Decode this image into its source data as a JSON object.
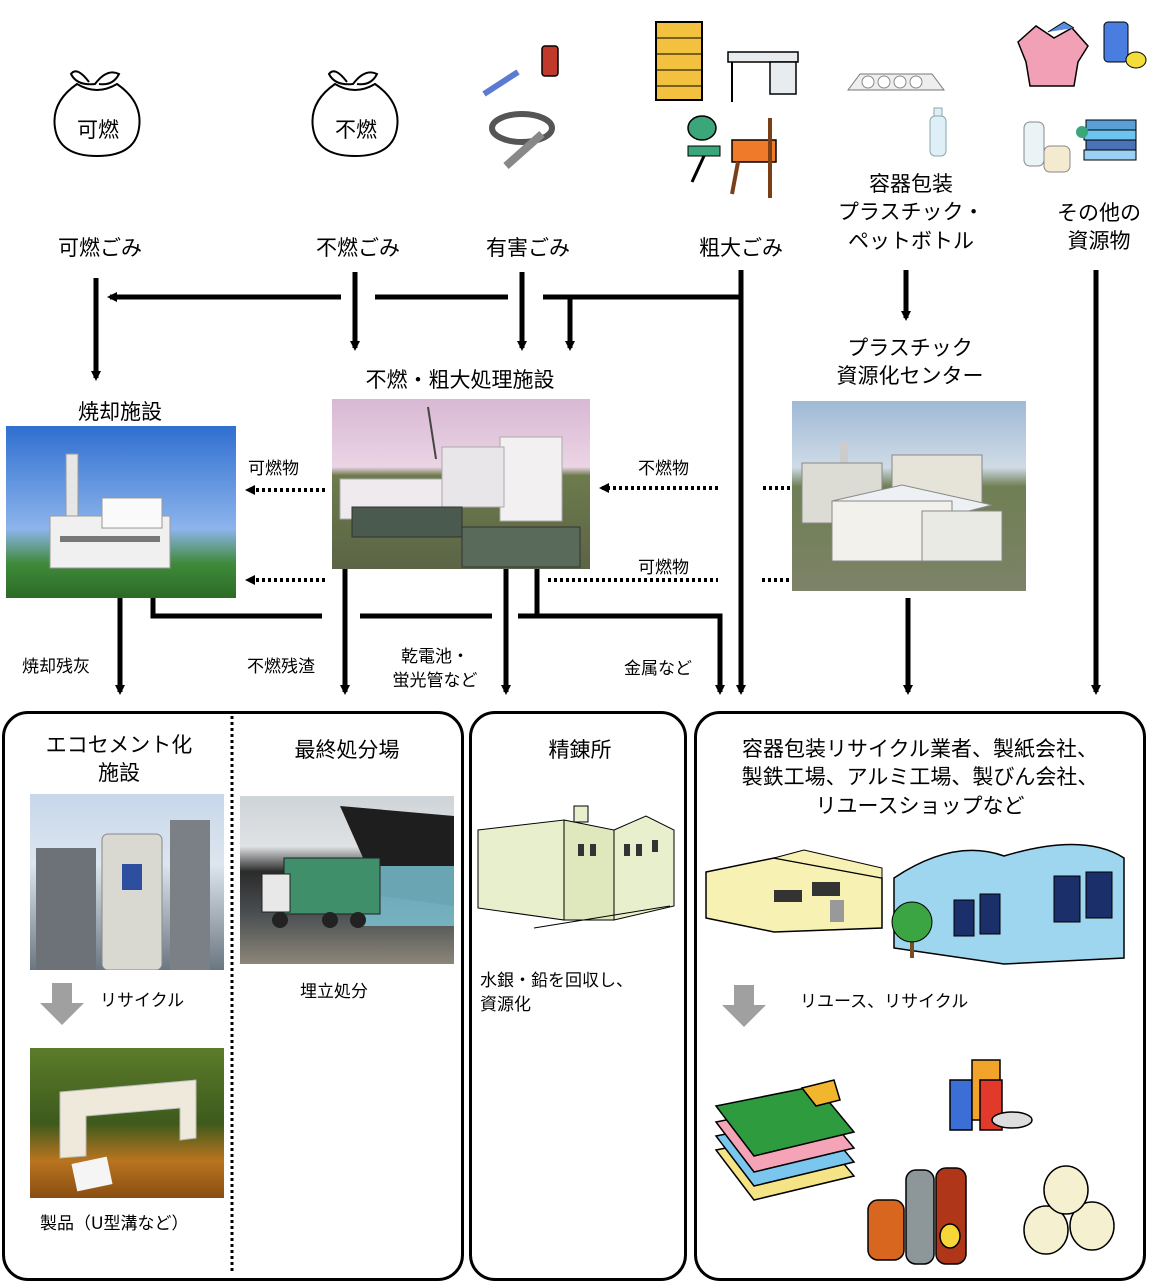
{
  "sources": {
    "burnable_bag": "可燃",
    "nonburnable_bag": "不燃",
    "burnable": "可燃ごみ",
    "nonburnable": "不燃ごみ",
    "hazardous": "有害ごみ",
    "oversized": "粗大ごみ",
    "plastic_line1": "容器包装",
    "plastic_line2": "プラスチック・",
    "plastic_line3": "ペットボトル",
    "other_line1": "その他の",
    "other_line2": "資源物"
  },
  "facilities": {
    "incinerator": "焼却施設",
    "nonburnable_plant": "不燃・粗大処理施設",
    "plastic_center_line1": "プラスチック",
    "plastic_center_line2": "資源化センター"
  },
  "flows": {
    "burnables_1": "可燃物",
    "nonburnables": "不燃物",
    "burnables_2": "可燃物",
    "ash": "焼却残灰",
    "residue": "不燃残渣",
    "batteries_line1": "乾電池・",
    "batteries_line2": "蛍光管など",
    "metals": "金属など"
  },
  "destinations": {
    "ecocement_line1": "エコセメント化",
    "ecocement_line2": "施設",
    "recycle": "リサイクル",
    "product": "製品（U型溝など）",
    "landfill_title": "最終処分場",
    "landfill_note": "埋立処分",
    "refinery_title": "精錬所",
    "refinery_note_line1": "水銀・鉛を回収し、",
    "refinery_note_line2": "資源化",
    "recyclers_line1": "容器包装リサイクル業者、製紙会社、",
    "recyclers_line2": "製鉄工場、アルミ工場、製びん会社、",
    "recyclers_line3": "リユースショップなど",
    "reuse_recycle": "リユース、リサイクル"
  }
}
